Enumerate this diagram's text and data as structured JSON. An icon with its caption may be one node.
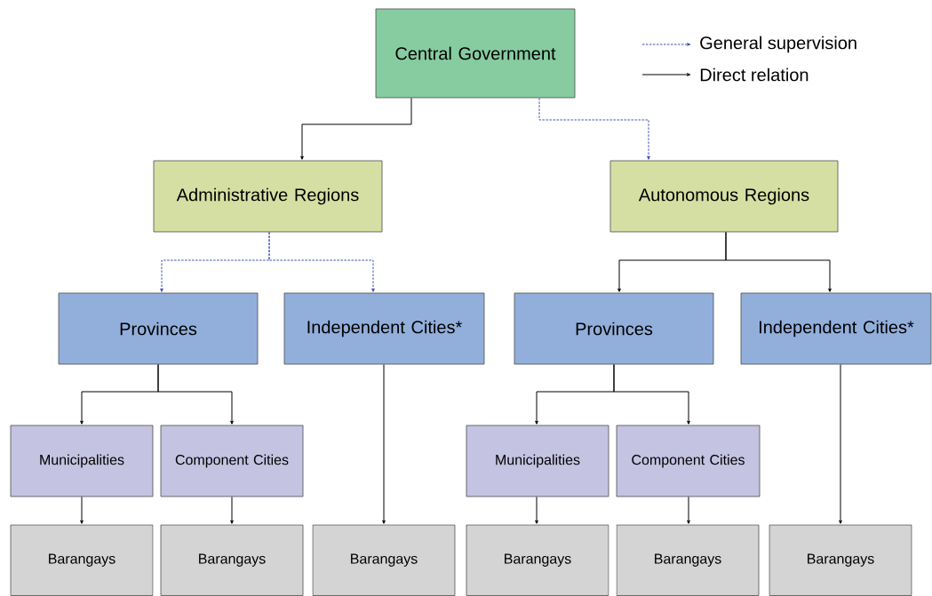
{
  "diagram": {
    "nodes": [
      {
        "text": [
          "Central Government"
        ]
      },
      {
        "text": [
          "Administrative Regions"
        ]
      },
      {
        "text": [
          "Autonomous Regions"
        ]
      },
      {
        "text": [
          "Provinces"
        ]
      },
      {
        "text": [
          "Independent Cities*"
        ]
      },
      {
        "text": [
          "Provinces"
        ]
      },
      {
        "text": [
          "Independent Cities*"
        ]
      },
      {
        "text": [
          "Municipalities"
        ]
      },
      {
        "text": [
          "Component Cities"
        ]
      },
      {
        "text": [
          "Municipalities"
        ]
      },
      {
        "text": [
          "Component Cities"
        ]
      },
      {
        "text": [
          "Barangays"
        ]
      },
      {
        "text": [
          "Barangays"
        ]
      },
      {
        "text": [
          "Barangays"
        ]
      },
      {
        "text": [
          "Barangays"
        ]
      },
      {
        "text": [
          "Barangays"
        ]
      },
      {
        "text": [
          "Barangays"
        ]
      }
    ],
    "edges": [
      {
        "from": 0,
        "to": 1,
        "arrow": "to"
      },
      {
        "from": 0,
        "to": 2,
        "arrow": "to",
        "style": "dashed",
        "color": "#3a4fb5"
      },
      {
        "from": 1,
        "to": 3,
        "arrow": "to",
        "style": "dashed",
        "color": "#3a4fb5"
      },
      {
        "from": 1,
        "to": 4,
        "arrow": "to",
        "style": "dashed",
        "color": "#3a4fb5"
      },
      {
        "from": 2,
        "to": 5,
        "arrow": "to"
      },
      {
        "from": 2,
        "to": 6,
        "arrow": "to"
      },
      {
        "from": 3,
        "to": 7,
        "arrow": "to"
      },
      {
        "from": 3,
        "to": 8,
        "arrow": "to"
      },
      {
        "from": 4,
        "to": 13,
        "arrow": "to"
      },
      {
        "from": 5,
        "to": 9,
        "arrow": "to"
      },
      {
        "from": 5,
        "to": 10,
        "arrow": "to"
      },
      {
        "from": 6,
        "to": 16,
        "arrow": "to"
      },
      {
        "from": 7,
        "to": 11,
        "arrow": "to"
      },
      {
        "from": 8,
        "to": 12,
        "arrow": "to"
      },
      {
        "from": 9,
        "to": 14,
        "arrow": "to"
      },
      {
        "from": 10,
        "to": 15,
        "arrow": "to"
      }
    ],
    "legend": [
      {
        "text": "General supervision"
      },
      {
        "text": "Direct relation"
      }
    ]
  }
}
